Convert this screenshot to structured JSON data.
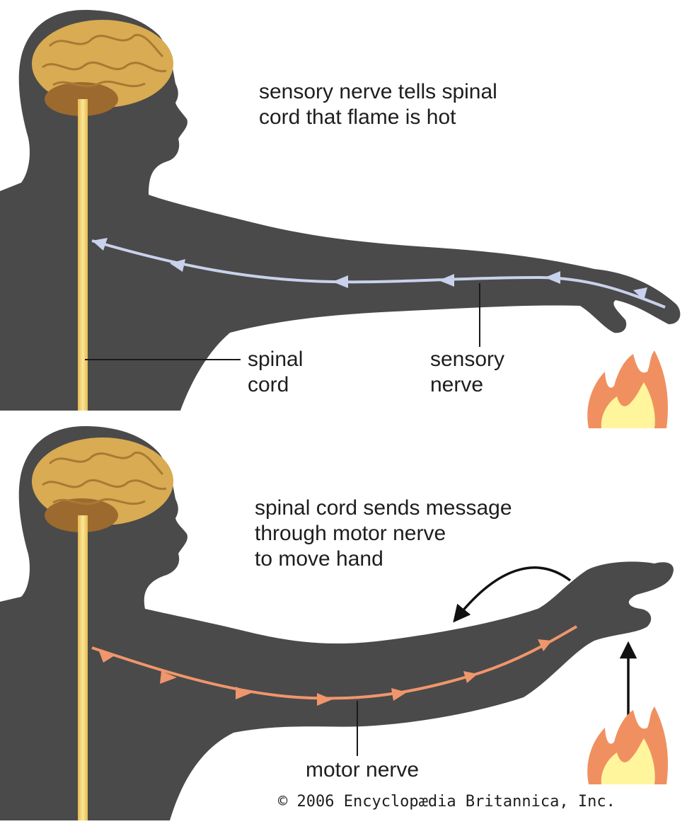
{
  "panel_top": {
    "caption": "sensory nerve tells spinal\ncord that flame is hot",
    "spinal_cord_label": "spinal\ncord",
    "sensory_nerve_label": "sensory\nnerve"
  },
  "panel_bottom": {
    "caption": "spinal cord sends message\nthrough motor nerve\nto move hand",
    "motor_nerve_label": "motor nerve"
  },
  "copyright": "© 2006 Encyclopædia Britannica, Inc.",
  "colors": {
    "silhouette": "#4a4a4a",
    "spinal_cord": "#f0cf6a",
    "brain": "#d9ab52",
    "sensory_nerve": "#c9d2ec",
    "motor_nerve": "#f0966c",
    "flame_outer": "#f09060",
    "flame_inner": "#fff59c",
    "leader_line": "#1a1a1a"
  },
  "icons": [
    "brain-icon",
    "flame-icon",
    "motion-arrow-icon"
  ]
}
